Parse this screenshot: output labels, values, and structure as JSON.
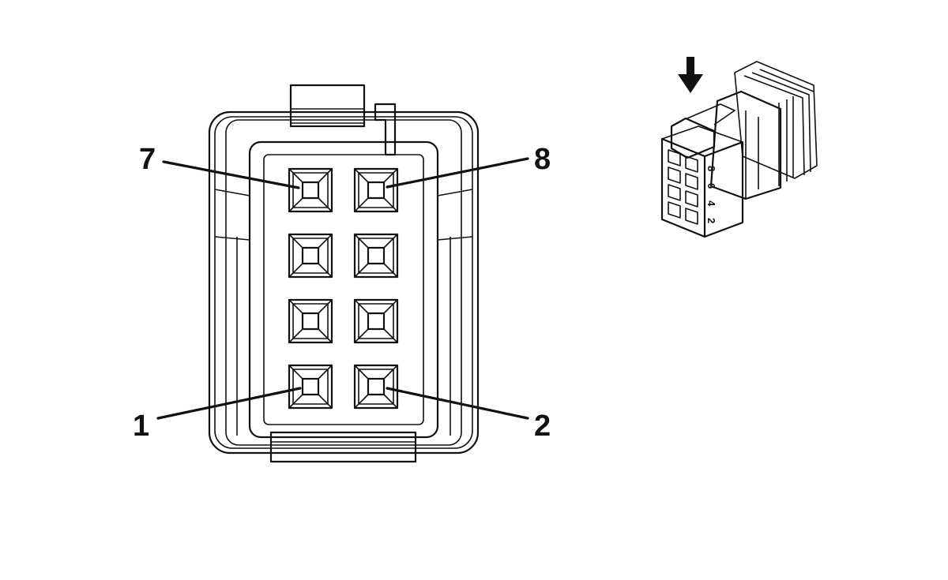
{
  "connector": {
    "pin_labels": [
      {
        "id": "pin-7",
        "text": "7"
      },
      {
        "id": "pin-8",
        "text": "8"
      },
      {
        "id": "pin-1",
        "text": "1"
      },
      {
        "id": "pin-2",
        "text": "2"
      }
    ],
    "cavity_rows": 4,
    "cavity_cols": 2
  },
  "iso_view": {
    "side_numbers": [
      "8",
      "6",
      "4",
      "2"
    ],
    "arrow_icon": "down-arrow-icon"
  },
  "colors": {
    "line": "#111111",
    "background": "#ffffff"
  }
}
